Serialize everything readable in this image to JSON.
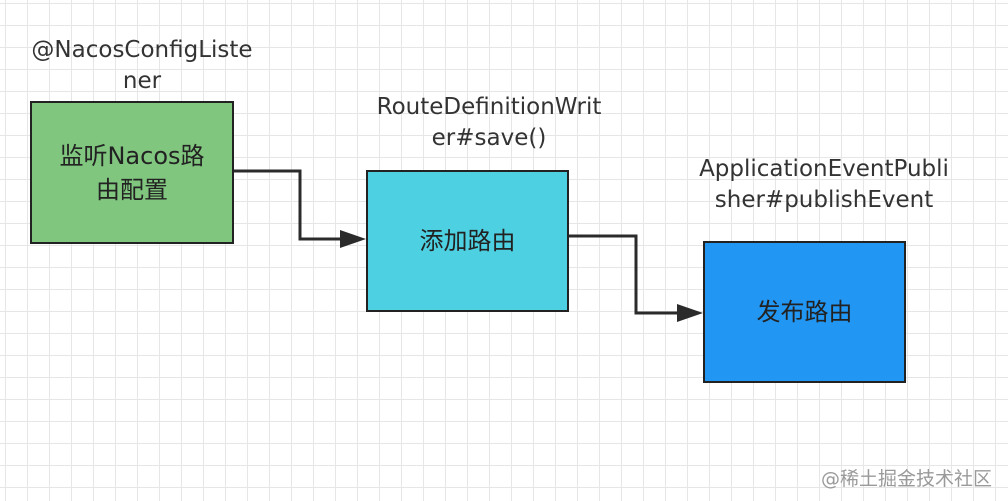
{
  "nodes": [
    {
      "caption_lines": [
        "@NacosConfigListe",
        "ner"
      ],
      "label_lines": [
        "监听Nacos路",
        "由配置"
      ],
      "fill": "#80c67f"
    },
    {
      "caption_lines": [
        "RouteDefinitionWrit",
        "er#save()"
      ],
      "label_lines": [
        "添加路由"
      ],
      "fill": "#4dd0e1"
    },
    {
      "caption_lines": [
        "ApplicationEventPubli",
        "sher#publishEvent"
      ],
      "label_lines": [
        "发布路由"
      ],
      "fill": "#2196f3"
    }
  ],
  "edges": [
    {
      "from": 0,
      "to": 1
    },
    {
      "from": 1,
      "to": 2
    }
  ],
  "colors": {
    "line": "#2b2b2b",
    "grid": "#e6e6e6"
  },
  "watermark": "@稀土掘金技术社区"
}
